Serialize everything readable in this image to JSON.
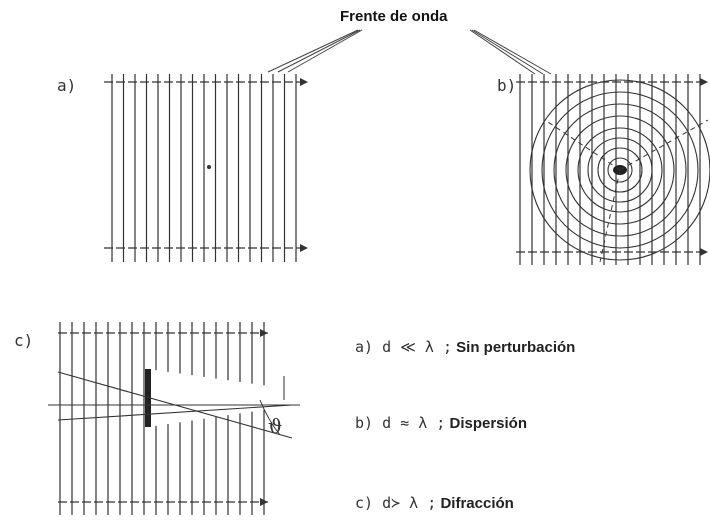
{
  "title": "Frente de onda",
  "panels": {
    "a": "a)",
    "b": "b)",
    "c": "c)"
  },
  "angle_symbol": "ϑ",
  "legend": [
    {
      "prefix": "a)  d ≪ λ ;",
      "text": "Sin perturbación"
    },
    {
      "prefix": "b)  d ≈ λ ;",
      "text": "Dispersión"
    },
    {
      "prefix": "c)  d≻ λ ;",
      "text": "Difracción"
    }
  ]
}
